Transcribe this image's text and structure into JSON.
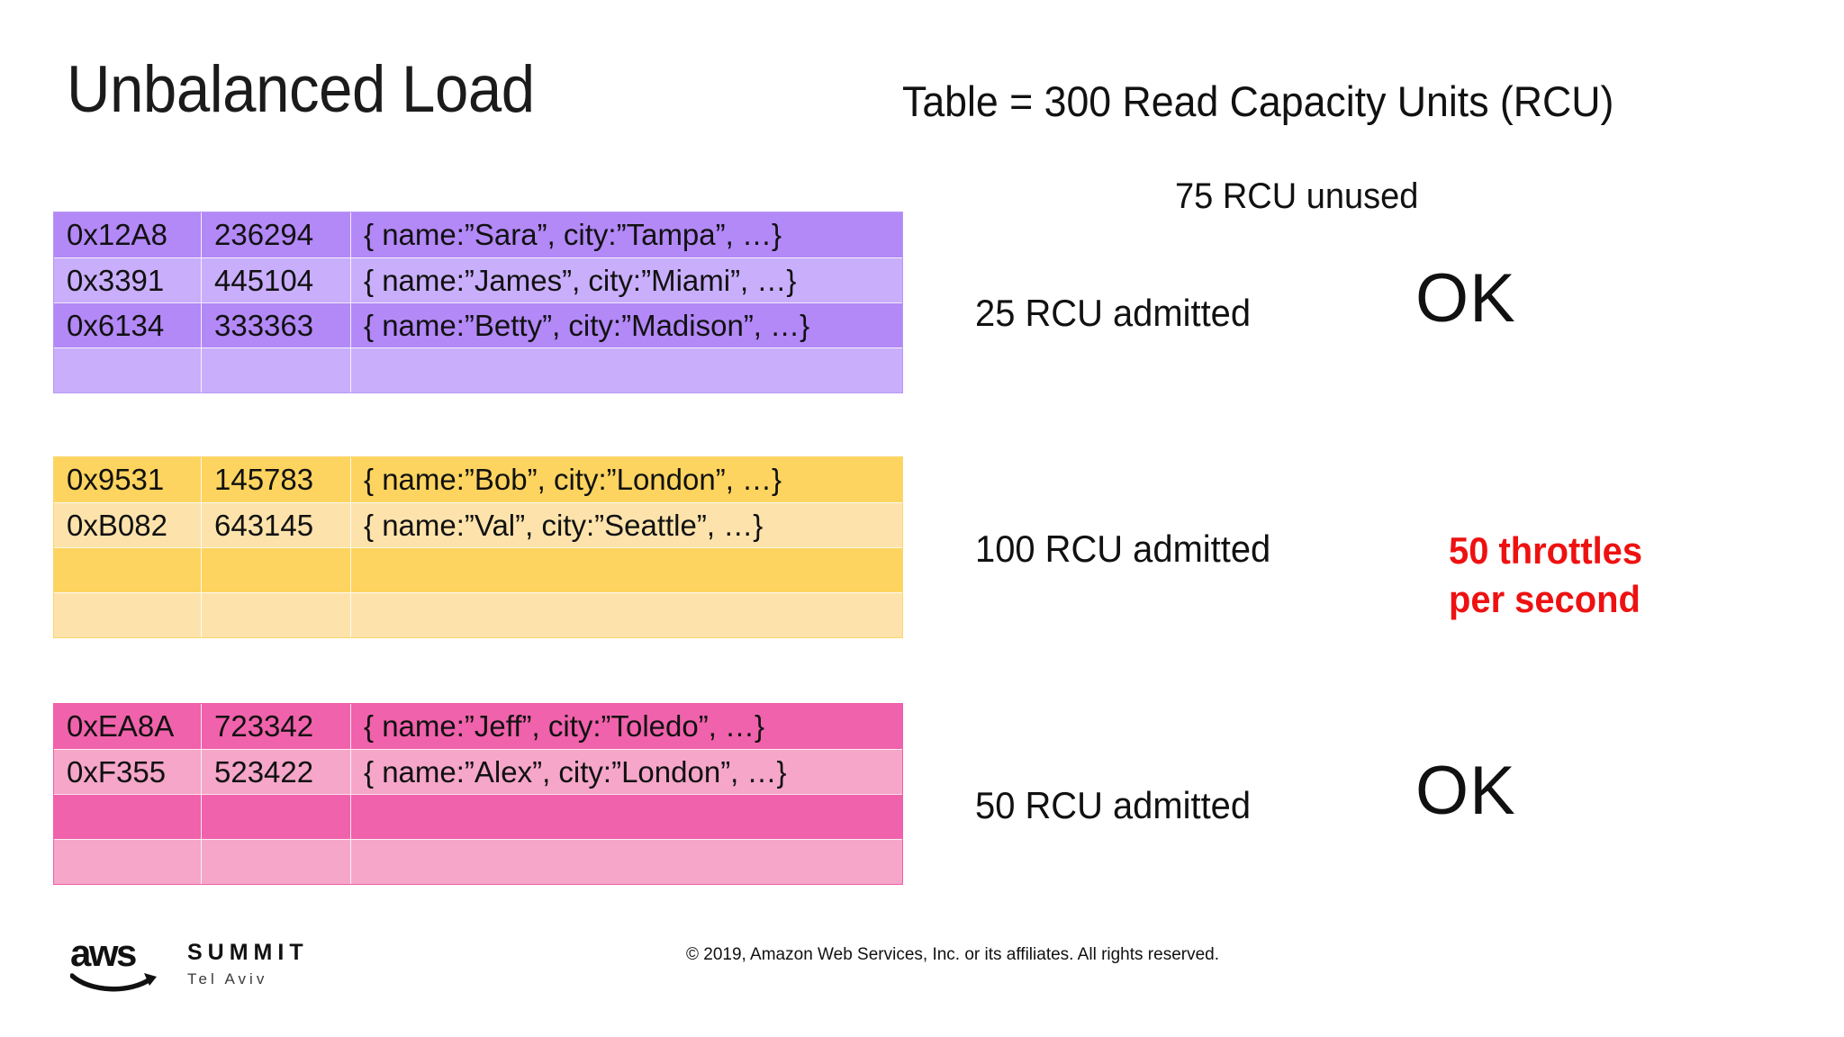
{
  "slide": {
    "title": "Unbalanced Load",
    "capacity_heading": "Table = 300 Read Capacity Units (RCU)",
    "unused_label": "75 RCU unused"
  },
  "columns": [
    "partition_key_hash",
    "sort_key",
    "item_json"
  ],
  "partitions": [
    {
      "name": "partition-purple",
      "color_dark": "#b388f7",
      "color_light": "#c9aefb",
      "border_color": "#b79af5",
      "rows": [
        {
          "key": "0x12A8",
          "num": "236294",
          "item": "{ name:”Sara”, city:”Tampa”, …}"
        },
        {
          "key": "0x3391",
          "num": "445104",
          "item": "{ name:”James”, city:”Miami”, …}"
        },
        {
          "key": "0x6134",
          "num": "333363",
          "item": "{ name:”Betty”, city:”Madison”, …}"
        },
        {
          "key": "",
          "num": "",
          "item": ""
        }
      ],
      "admitted_label": "25 RCU admitted",
      "status": "OK",
      "status_color": "#111111"
    },
    {
      "name": "partition-orange",
      "color_dark": "#fdd45f",
      "color_light": "#fde3ab",
      "border_color": "#fbd66e",
      "rows": [
        {
          "key": "0x9531",
          "num": "145783",
          "item": "{ name:”Bob”, city:”London”, …}"
        },
        {
          "key": "0xB082",
          "num": "643145",
          "item": "{ name:”Val”, city:”Seattle”, …}"
        },
        {
          "key": "",
          "num": "",
          "item": ""
        },
        {
          "key": "",
          "num": "",
          "item": ""
        }
      ],
      "admitted_label": "100 RCU admitted",
      "status": "50 throttles\nper second",
      "status_color": "#ee1111"
    },
    {
      "name": "partition-pink",
      "color_dark": "#f062ab",
      "color_light": "#f5a6c9",
      "border_color": "#ef5fa9",
      "rows": [
        {
          "key": "0xEA8A",
          "num": "723342",
          "item": "{ name:”Jeff”, city:”Toledo”, …}"
        },
        {
          "key": "0xF355",
          "num": "523422",
          "item": "{ name:”Alex”, city:”London”, …}"
        },
        {
          "key": "",
          "num": "",
          "item": ""
        },
        {
          "key": "",
          "num": "",
          "item": ""
        }
      ],
      "admitted_label": "50 RCU admitted",
      "status": "OK",
      "status_color": "#111111"
    }
  ],
  "footer": {
    "brand": "aws",
    "summit": "SUMMIT",
    "city": "Tel Aviv",
    "copyright": "© 2019, Amazon Web Services, Inc. or its affiliates. All rights reserved."
  }
}
